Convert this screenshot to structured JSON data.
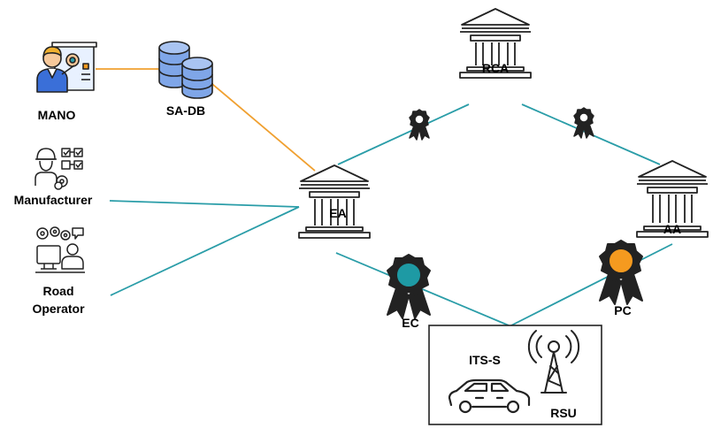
{
  "nodes": {
    "mano": {
      "label": "MANO",
      "icon": "presenter-icon"
    },
    "sadb": {
      "label": "SA-DB",
      "icon": "database-icon"
    },
    "manufacturer": {
      "label": "Manufacturer",
      "icon": "engineer-checklist-icon"
    },
    "road_operator": {
      "label": "Road",
      "label2": "Operator",
      "icon": "operator-desk-icon"
    },
    "rca": {
      "label": "RCA",
      "icon": "institution-icon"
    },
    "ea": {
      "label": "EA",
      "icon": "institution-icon"
    },
    "aa": {
      "label": "AA",
      "icon": "institution-icon"
    },
    "ec": {
      "label": "EC",
      "icon": "certificate-badge-icon"
    },
    "pc": {
      "label": "PC",
      "icon": "certificate-badge-icon"
    },
    "its_s": {
      "label": "ITS-S",
      "icon": "car-icon"
    },
    "rsu": {
      "label": "RSU",
      "icon": "antenna-tower-icon"
    }
  },
  "colors": {
    "orange_link": "#F0A030",
    "teal_link": "#2A9DA8",
    "ec_badge": "#1E9AA4",
    "pc_badge": "#F59A1F",
    "db_blue": "#7FA6E8",
    "skin": "#F6C89A"
  }
}
